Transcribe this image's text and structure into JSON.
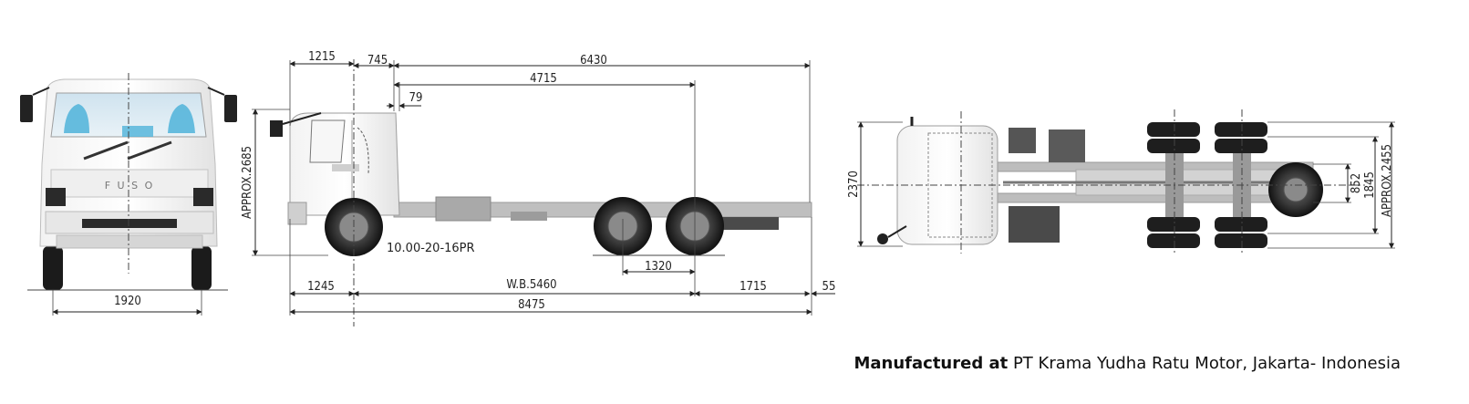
{
  "front_view": {
    "width_dim": "1920",
    "brand_grille_text": "F U S O"
  },
  "side_view": {
    "top_dims": {
      "front_overhang_to_cab": "1215",
      "cab_to_body": "745",
      "body_length": "6430",
      "to_rear_axle": "4715",
      "gap": "79"
    },
    "height_dim": "APPROX.2685",
    "tire_size": "10.00-20-16PR",
    "bottom_dims": {
      "front_overhang": "1245",
      "wheelbase": "W.B.5460",
      "tandem_spacing": "1320",
      "rear_overhang": "1715",
      "rear_extra": "55",
      "overall_length": "8475"
    }
  },
  "top_view": {
    "cab_width": "2370",
    "frame_width": "852",
    "tread": "1845",
    "overall_width": "APPROX.2455"
  },
  "footer": {
    "label": "Manufactured at",
    "text": " PT Krama Yudha Ratu Motor, Jakarta- Indonesia"
  }
}
